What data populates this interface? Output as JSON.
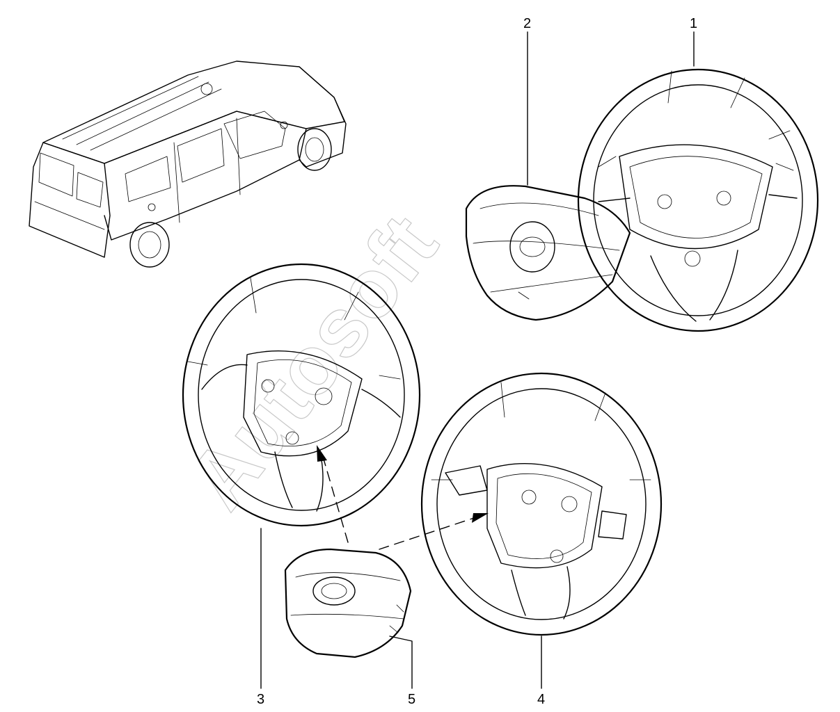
{
  "callouts": {
    "c1": "1",
    "c2": "2",
    "c3": "3",
    "c4": "4",
    "c5": "5"
  },
  "watermark": {
    "text": "Autosoft"
  },
  "icons": {
    "vehicle": "van-icon",
    "wheel": "steering-wheel-icon",
    "airbag": "airbag-cover-icon"
  }
}
